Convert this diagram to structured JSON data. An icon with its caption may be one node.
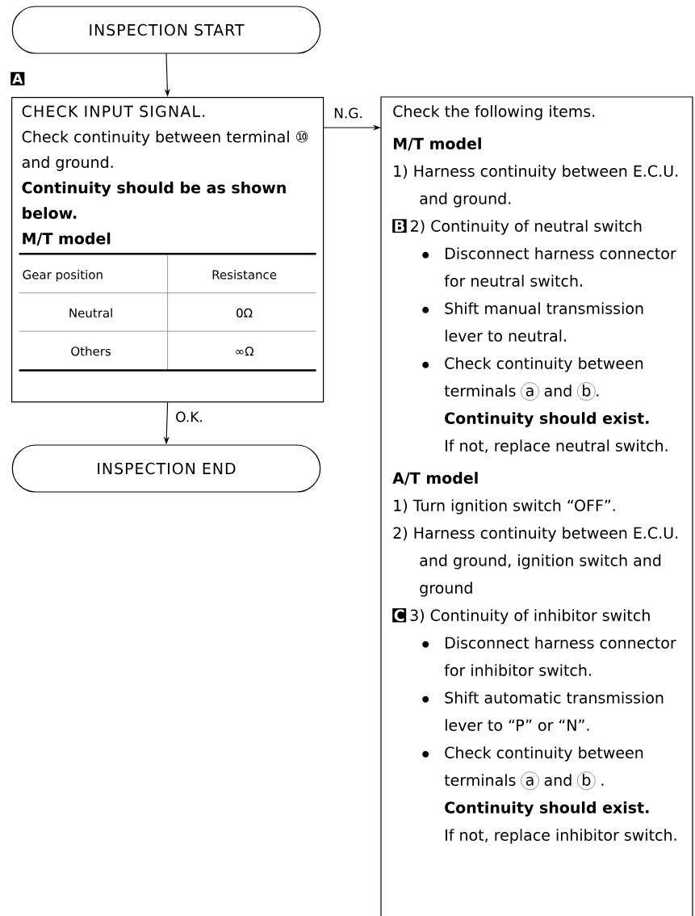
{
  "diagram": {
    "nodes": [
      {
        "text": [
          "INSPECTION START"
        ]
      },
      {
        "text": [
          "CHECK INPUT SIGNAL.",
          "Check continuity between terminal ⑩ and ground.",
          "Continuity should be as shown below.",
          "M/T model"
        ]
      },
      {
        "text": [
          "INSPECTION END"
        ]
      },
      {
        "text": [
          "Check the following items.",
          "M/T model",
          "1) Harness continuity between E.C.U. and ground.",
          "2) Continuity of neutral switch",
          "Disconnect harness connector for neutral switch.",
          "Shift manual transmission lever to neutral.",
          "Check continuity between terminals",
          "a",
          "and",
          "b",
          ".",
          "Continuity should exist.",
          "If not, replace neutral switch.",
          "A/T model",
          "1) Turn ignition switch “OFF”.",
          "2) Harness continuity between E.C.U. and ground, ignition switch and ground",
          "3) Continuity of inhibitor switch",
          "Disconnect harness connector for inhibitor switch.",
          "Shift automatic transmission lever to “P” or “N”.",
          "Check continuity between terminals",
          "a",
          "and",
          "b",
          ".",
          "Continuity should exist.",
          "If not, replace inhibitor switch."
        ]
      }
    ],
    "edges": [
      {
        "from": 0,
        "to": 1,
        "arrow": "to"
      },
      {
        "from": 1,
        "to": 3,
        "arrow": "to",
        "label": "N.G."
      },
      {
        "from": 1,
        "to": 2,
        "arrow": "to",
        "label": "O.K."
      }
    ],
    "labels": [
      "A",
      "Gear position",
      "Resistance",
      "Neutral",
      "0Ω",
      "Others",
      "∞Ω",
      "B",
      "C"
    ]
  }
}
